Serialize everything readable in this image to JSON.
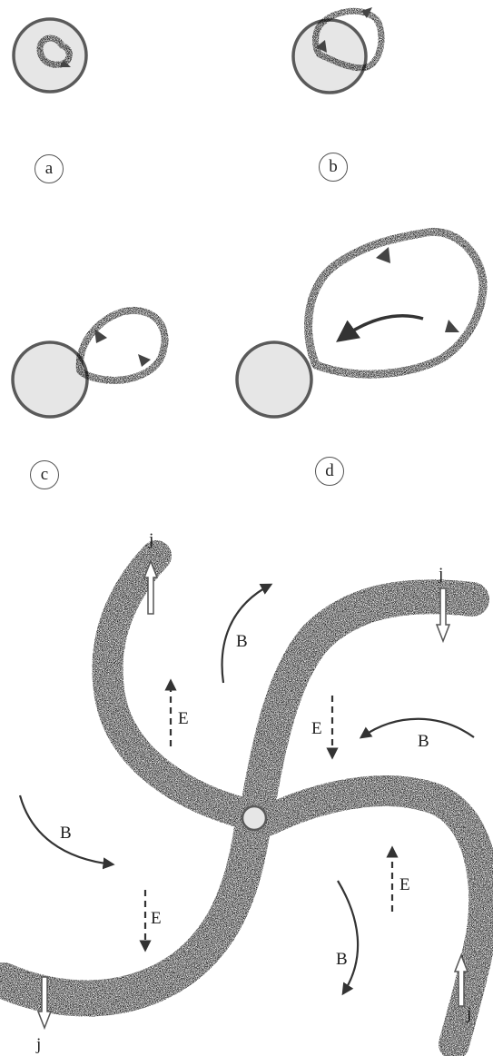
{
  "panels": [
    {
      "label": "a"
    },
    {
      "label": "b"
    },
    {
      "label": "c"
    },
    {
      "label": "d"
    }
  ],
  "spiral": {
    "field_labels": {
      "current": "j",
      "electric": "E",
      "magnetic": "B"
    }
  },
  "colors": {
    "circle_fill": "#e6e6e6",
    "circle_stroke": "#5a5a5a",
    "stipple": "#2b2b2b",
    "arrow": "#333333"
  }
}
